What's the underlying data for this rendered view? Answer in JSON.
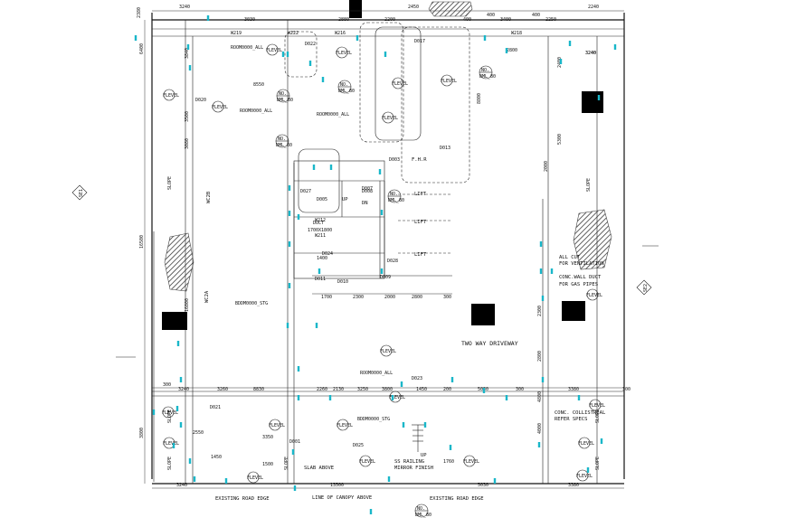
{
  "plan": {
    "main_labels": {
      "two_way_driveway": "TWO WAY DRIVEWAY",
      "lift_1": "LIFT",
      "lift_2": "LIFT",
      "lift_3": "LIFT",
      "up": "UP",
      "dn": "DN",
      "up_2": "UP",
      "fhr": "F.H.R",
      "wc2a": "WC2A",
      "wc2b": "WC2B",
      "conc_wall_duct_1": "CONC.WALL DUCT",
      "conc_wall_duct_2": "FOR GAS PIPES",
      "all_cut_1": "ALL CUT",
      "all_cut_2": "FOR VENTILATION",
      "conc_collistrial_1": "CONC. COLLISTRIAL",
      "conc_collistrial_2": "REFER SPECS",
      "ss_railing_1": "SS RAILING",
      "ss_railing_2": "MIRROR FINISH",
      "slab_above": "SLAB ABOVE",
      "existing_road_edge_1": "EXISTING ROAD EDGE",
      "existing_road_edge_2": "EXISTING ROAD EDGE",
      "line_of_canopy": "LINE OF CANOPY ABOVE",
      "duct": "DUCT",
      "duct_size": "1700X1800"
    },
    "top_dims": [
      "3240",
      "3030",
      "2880",
      "2200",
      "2450",
      "400",
      "3400",
      "400",
      "2240",
      "400",
      "2250",
      "3240"
    ],
    "upper_dims": [
      "W219",
      "W222",
      "D022",
      "W216",
      "D017",
      "W218",
      "8550",
      "3240",
      "2800"
    ],
    "mid_dims": [
      "1700",
      "2300",
      "2000",
      "2800",
      "300",
      "1400",
      "D011",
      "D008",
      "D010",
      "D009",
      "W212",
      "W211"
    ],
    "lower_dims": [
      "300",
      "3240",
      "3260",
      "8830",
      "2260",
      "2130",
      "3250",
      "3800",
      "1450",
      "200",
      "5030",
      "300",
      "3380",
      "300"
    ],
    "bottom_dims": [
      "3240",
      "1450",
      "1500",
      "13500",
      "5030",
      "3380",
      "2550",
      "3350",
      "1760"
    ],
    "left_dims": [
      "2380",
      "3840",
      "3500",
      "16500",
      "3080",
      "16800",
      "3800",
      "6400"
    ],
    "right_dims": [
      "8800",
      "2300",
      "2800",
      "4800",
      "5300",
      "4000",
      "2000",
      "2400"
    ],
    "levels": [
      "FLEVEL",
      "FLEVEL",
      "FLEVEL",
      "FLEVEL",
      "FLEVEL",
      "FLEVEL",
      "FLEVEL",
      "FLEVEL",
      "FLEVEL",
      "FLEVEL",
      "FLEVEL",
      "FLEVEL",
      "FLEVEL",
      "FLEVEL",
      "FLEVEL",
      "FLEVEL",
      "FLEVEL",
      "FLEVEL",
      "FLEVEL",
      "FLEVEL"
    ],
    "slope": "SLOPE",
    "no_tag": "NO.",
    "tag_ref": "BML_80",
    "door_tags": [
      "D020",
      "D021",
      "D023",
      "D003",
      "D013",
      "D025",
      "D001",
      "D024",
      "D027",
      "D007",
      "D005",
      "D028"
    ],
    "room_refs": [
      "ROOM0000_ALL",
      "BDDM0000_STG"
    ],
    "section_marks": [
      "SE1",
      "SE2"
    ]
  }
}
